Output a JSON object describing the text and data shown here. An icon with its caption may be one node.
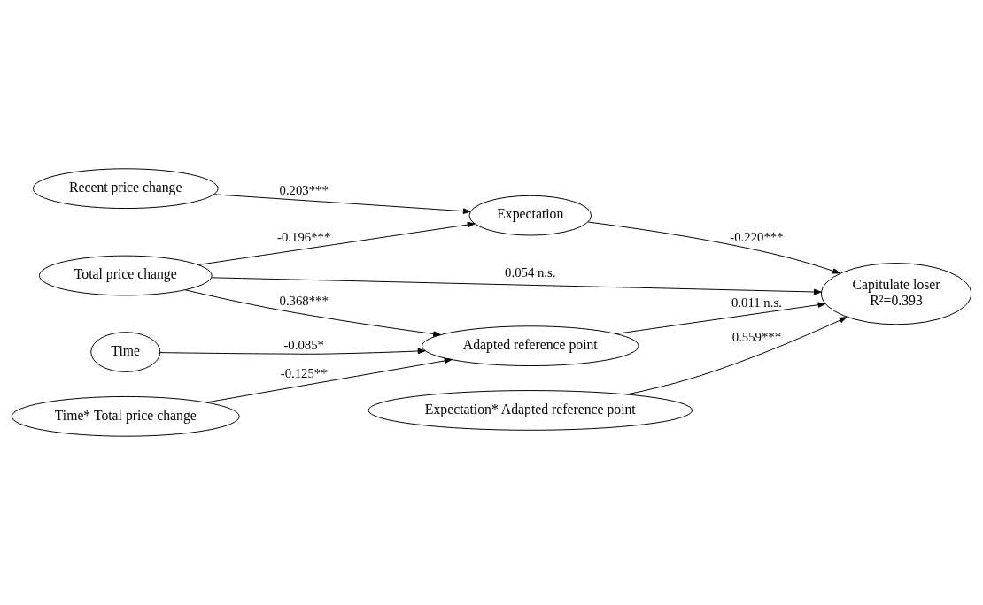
{
  "diagram": {
    "nodes": [
      {
        "text": [
          "Recent price change"
        ]
      },
      {
        "text": [
          "Total price change"
        ]
      },
      {
        "text": [
          "Time"
        ]
      },
      {
        "text": [
          "Time* Total price change"
        ]
      },
      {
        "text": [
          "Expectation"
        ]
      },
      {
        "text": [
          "Adapted reference point"
        ]
      },
      {
        "text": [
          "Expectation* Adapted reference point"
        ]
      },
      {
        "text": [
          "Capitulate loser",
          "R²=0.393"
        ]
      }
    ],
    "edges": [
      {
        "from": 0,
        "to": 4,
        "arrow": "to",
        "label": "0.203***"
      },
      {
        "from": 1,
        "to": 4,
        "arrow": "to",
        "label": "-0.196***"
      },
      {
        "from": 1,
        "to": 7,
        "arrow": "to",
        "label": "0.054 n.s."
      },
      {
        "from": 1,
        "to": 5,
        "arrow": "to",
        "label": "0.368***"
      },
      {
        "from": 2,
        "to": 5,
        "arrow": "to",
        "label": "-0.085*"
      },
      {
        "from": 3,
        "to": 5,
        "arrow": "to",
        "label": "-0.125**"
      },
      {
        "from": 4,
        "to": 7,
        "arrow": "to",
        "label": "-0.220***"
      },
      {
        "from": 5,
        "to": 7,
        "arrow": "to",
        "label": "0.011 n.s."
      },
      {
        "from": 6,
        "to": 7,
        "arrow": "to",
        "label": "0.559***"
      }
    ]
  }
}
